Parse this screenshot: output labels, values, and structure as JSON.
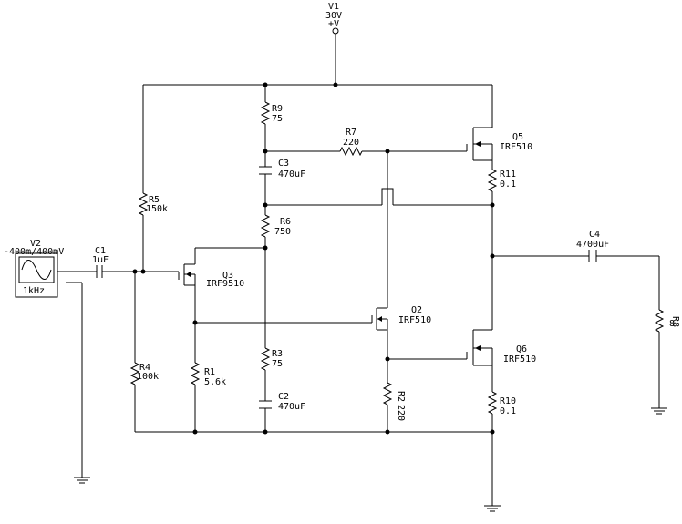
{
  "components": {
    "v1": {
      "ref": "V1",
      "value": "30V",
      "pin": "+V"
    },
    "v2": {
      "ref": "V2",
      "value": "-400m/400mV",
      "freq": "1kHz"
    },
    "c1": {
      "ref": "C1",
      "value": "1uF"
    },
    "c2": {
      "ref": "C2",
      "value": "470uF"
    },
    "c3": {
      "ref": "C3",
      "value": "470uF"
    },
    "c4": {
      "ref": "C4",
      "value": "4700uF"
    },
    "r1": {
      "ref": "R1",
      "value": "5.6k"
    },
    "r2": {
      "ref": "R2",
      "value": "220"
    },
    "r3": {
      "ref": "R3",
      "value": "75"
    },
    "r4": {
      "ref": "R4",
      "value": "100k"
    },
    "r5": {
      "ref": "R5",
      "value": "150k"
    },
    "r6": {
      "ref": "R6",
      "value": "750"
    },
    "r7": {
      "ref": "R7",
      "value": "220"
    },
    "r8": {
      "ref": "R8",
      "value": "8"
    },
    "r9": {
      "ref": "R9",
      "value": "75"
    },
    "r10": {
      "ref": "R10",
      "value": "0.1"
    },
    "r11": {
      "ref": "R11",
      "value": "0.1"
    },
    "q2": {
      "ref": "Q2",
      "value": "IRF510"
    },
    "q3": {
      "ref": "Q3",
      "value": "IRF9510"
    },
    "q5": {
      "ref": "Q5",
      "value": "IRF510"
    },
    "q6": {
      "ref": "Q6",
      "value": "IRF510"
    }
  },
  "colors": {
    "wire": "#000000",
    "background": "#ffffff"
  }
}
